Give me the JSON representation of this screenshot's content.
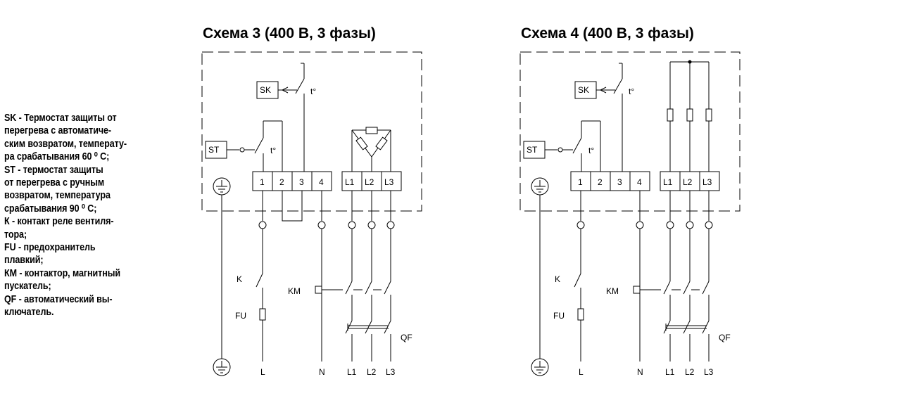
{
  "legend": {
    "lines": [
      "SK - Термостат защиты от",
      "перегрева с автоматиче-",
      "ским возвратом, температу-",
      "ра срабатывания 60 ⁰ С;",
      "ST - термостат защиты",
      "от перегрева с ручным",
      "возвратом, температура",
      "срабатывания 90 ⁰ С;",
      "К - контакт реле вентиля-",
      "тора;",
      "FU -  предохранитель",
      "плавкий;",
      "КМ - контактор, магнитный",
      "пускатель;",
      "QF - автоматический вы-",
      "ключатель."
    ]
  },
  "scheme3": {
    "title": "Схема 3 (400 В, 3 фазы)",
    "sk": "SK",
    "st": "ST",
    "temp": "t°",
    "terminals": [
      "1",
      "2",
      "3",
      "4",
      "L1",
      "L2",
      "L3"
    ],
    "k": "K",
    "fu": "FU",
    "km": "KM",
    "qf": "QF",
    "bottom": [
      "L",
      "N",
      "L1",
      "L2",
      "L3"
    ]
  },
  "scheme4": {
    "title": "Схема 4 (400 В, 3 фазы)",
    "sk": "SK",
    "st": "ST",
    "temp": "t°",
    "terminals": [
      "1",
      "2",
      "3",
      "4",
      "L1",
      "L2",
      "L3"
    ],
    "k": "K",
    "fu": "FU",
    "km": "KM",
    "qf": "QF",
    "bottom": [
      "L",
      "N",
      "L1",
      "L2",
      "L3"
    ]
  }
}
